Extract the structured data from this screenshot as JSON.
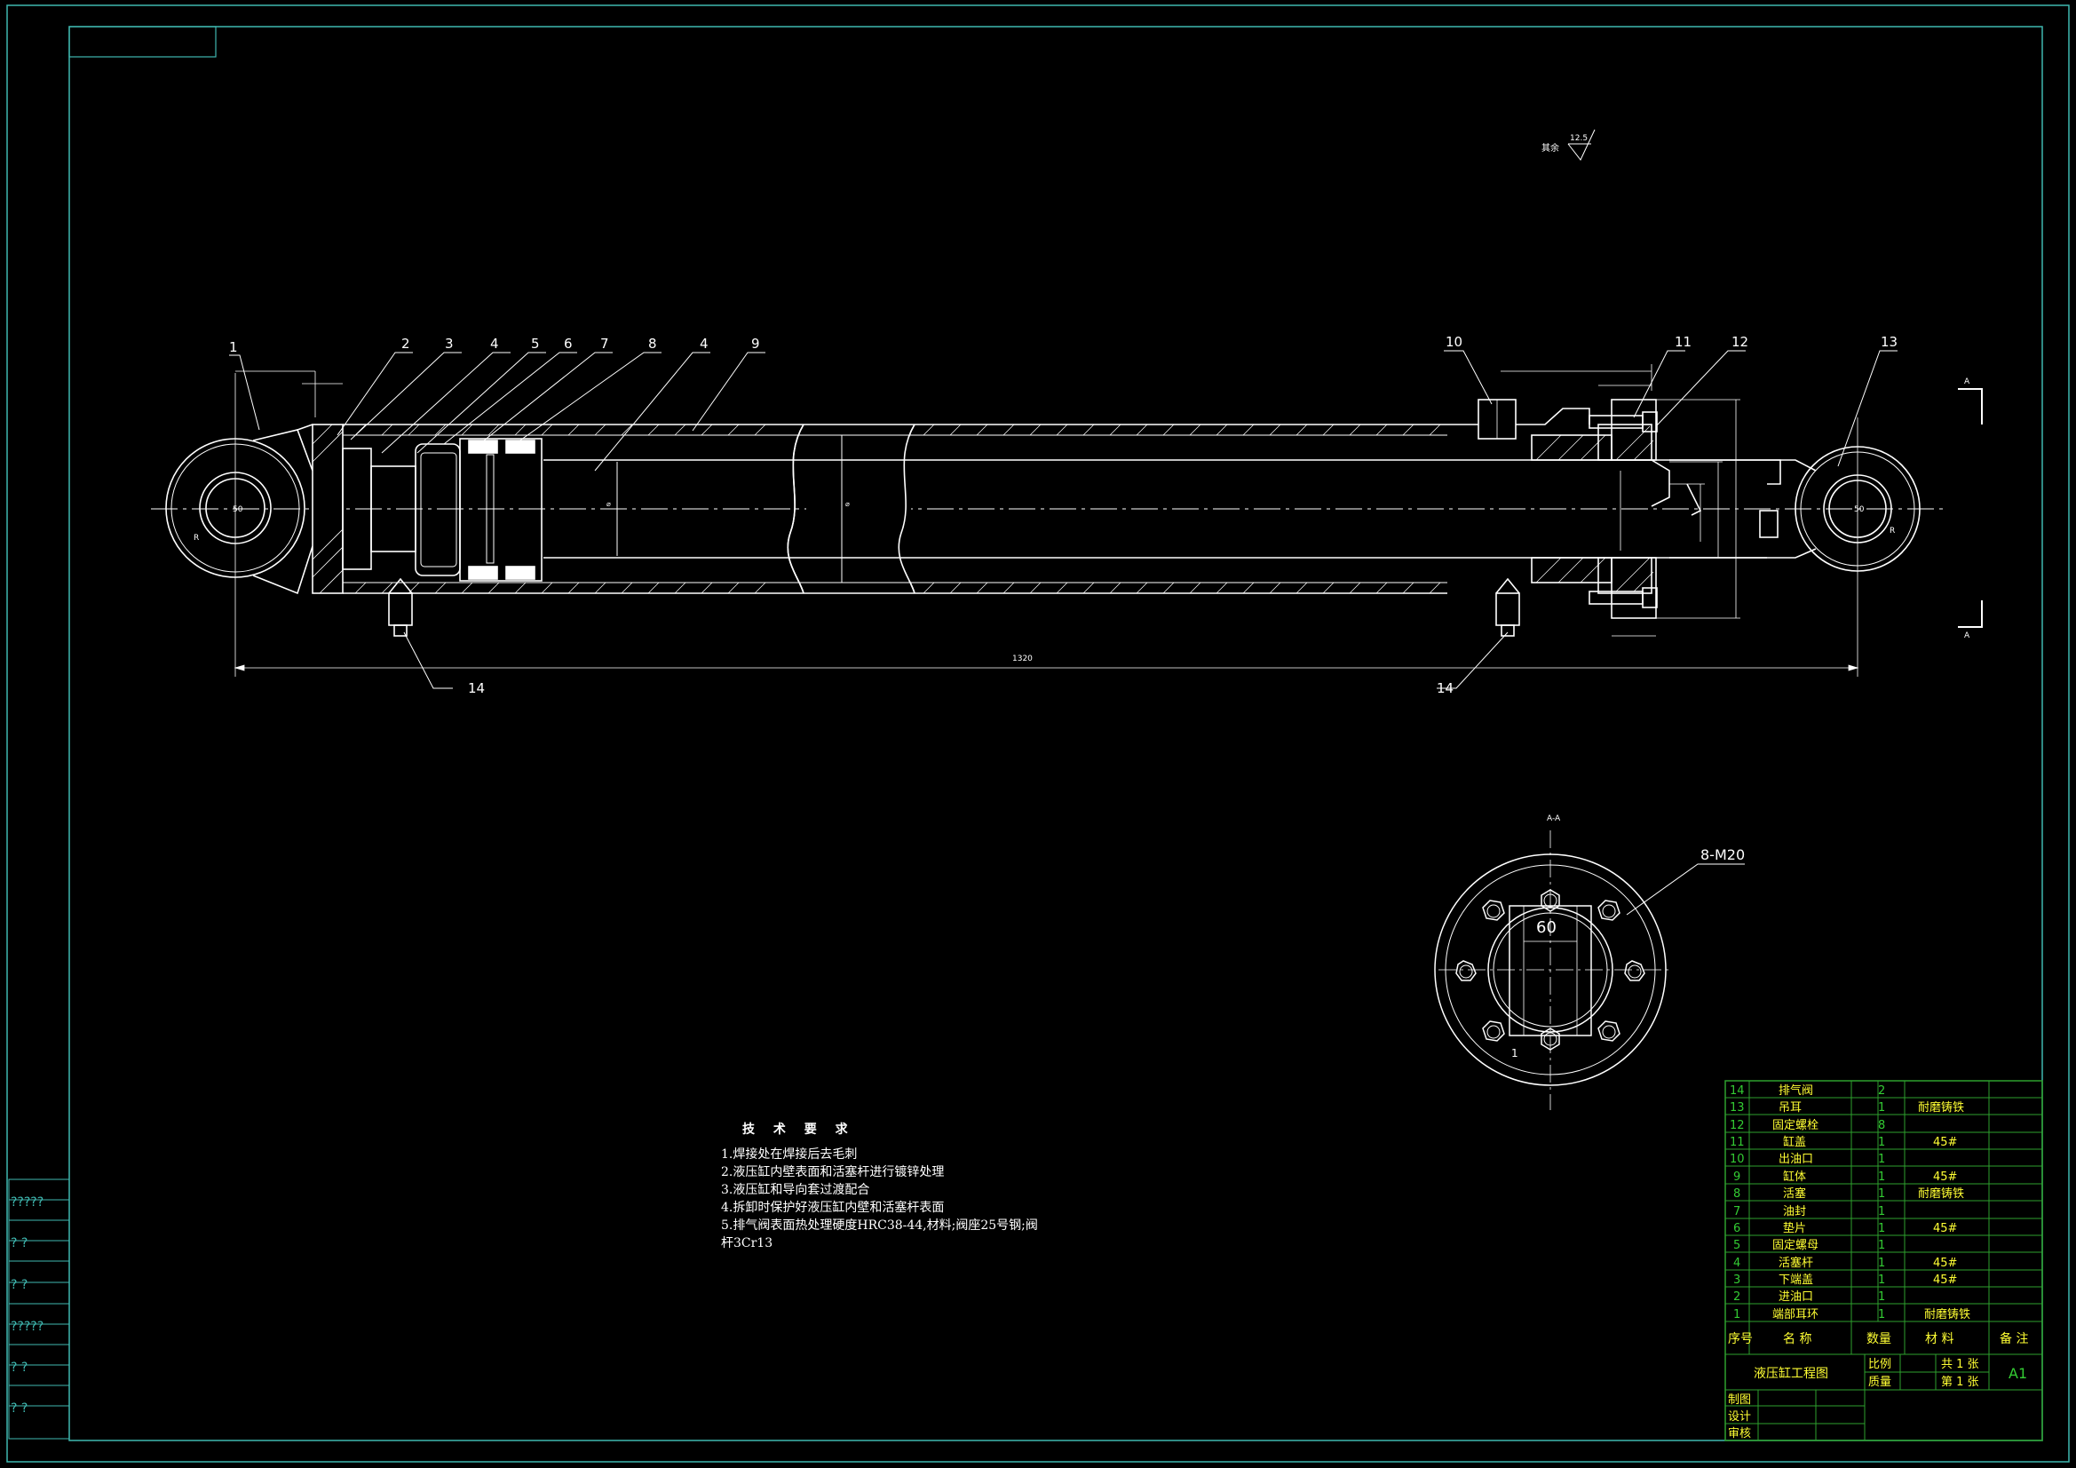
{
  "surface_mark": {
    "label": "其余",
    "value": "12.5"
  },
  "callouts": [
    "1",
    "2",
    "3",
    "4",
    "5",
    "6",
    "7",
    "8",
    "4",
    "9",
    "10",
    "11",
    "12",
    "13",
    "14",
    "14"
  ],
  "dims": {
    "overall": "1320",
    "bolt_spec": "8-M20",
    "section_dim": "60",
    "small_1": "1",
    "section_label": "A-A",
    "mark_a": "A"
  },
  "tech_req": {
    "title": "技 术 要 求",
    "lines": [
      "1.焊接处在焊接后去毛刺",
      "2.液压缸内壁表面和活塞杆进行镀锌处理",
      "3.液压缸和导向套过渡配合",
      "4.拆卸时保护好液压缸内壁和活塞杆表面",
      "5.排气阀表面热处理硬度HRC38-44,材料;阀座25号钢;阀",
      "杆3Cr13"
    ]
  },
  "bom": {
    "rows": [
      {
        "no": "14",
        "name": "排气阀",
        "qty": "2",
        "material": ""
      },
      {
        "no": "13",
        "name": "吊耳",
        "qty": "1",
        "material": "耐磨铸铁"
      },
      {
        "no": "12",
        "name": "固定螺栓",
        "qty": "8",
        "material": ""
      },
      {
        "no": "11",
        "name": "缸盖",
        "qty": "1",
        "material": "45#"
      },
      {
        "no": "10",
        "name": "出油口",
        "qty": "1",
        "material": ""
      },
      {
        "no": "9",
        "name": "缸体",
        "qty": "1",
        "material": "45#"
      },
      {
        "no": "8",
        "name": "活塞",
        "qty": "1",
        "material": "耐磨铸铁"
      },
      {
        "no": "7",
        "name": "油封",
        "qty": "1",
        "material": ""
      },
      {
        "no": "6",
        "name": "垫片",
        "qty": "1",
        "material": "45#"
      },
      {
        "no": "5",
        "name": "固定螺母",
        "qty": "1",
        "material": ""
      },
      {
        "no": "4",
        "name": "活塞杆",
        "qty": "1",
        "material": "45#"
      },
      {
        "no": "3",
        "name": "下端盖",
        "qty": "1",
        "material": "45#"
      },
      {
        "no": "2",
        "name": "进油口",
        "qty": "1",
        "material": ""
      },
      {
        "no": "1",
        "name": "端部耳环",
        "qty": "1",
        "material": "耐磨铸铁"
      }
    ],
    "header": {
      "no": "序号",
      "name": "名 称",
      "qty": "数量",
      "material": "材 料",
      "note": "备 注"
    },
    "title": "液压缸工程图",
    "scale_label": "比例",
    "mass_label": "质量",
    "sheets_total": "共 1 张",
    "sheet_no": "第 1 张",
    "size": "A1",
    "drawn": "制图",
    "designed": "设计",
    "checked": "审核"
  },
  "side_table": [
    "?????",
    "?  ?",
    "?  ?",
    "?????",
    "?  ?",
    "?  ?"
  ]
}
